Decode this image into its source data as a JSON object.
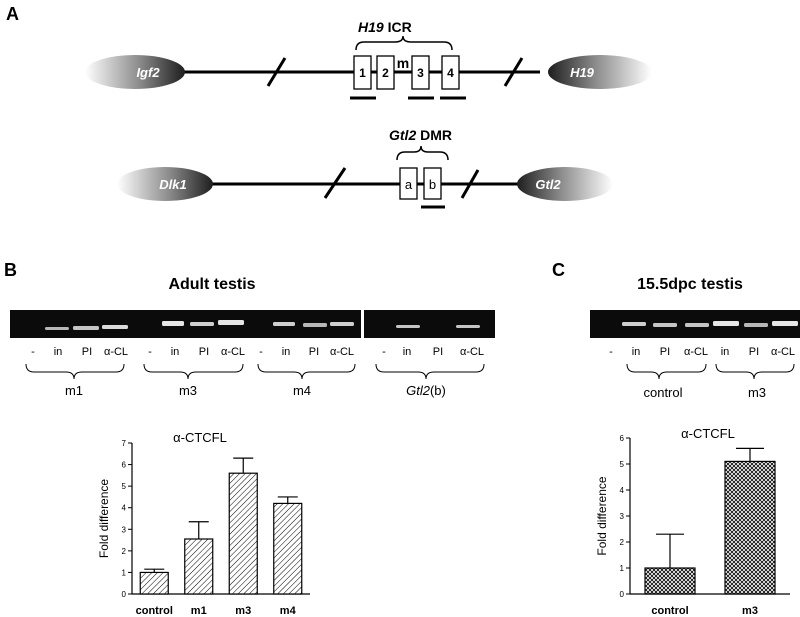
{
  "panel_a": {
    "label": "A",
    "icr_title": "H19",
    "icr_suffix": " ICR",
    "icr_brace_label": "m",
    "left_gene_1": "Igf2",
    "right_gene_1": "H19",
    "icr_boxes": [
      "1",
      "2",
      "3",
      "4"
    ],
    "dmr_title": "Gtl2",
    "dmr_suffix": " DMR",
    "left_gene_2": "Dlk1",
    "right_gene_2": "Gtl2",
    "dmr_boxes": [
      "a",
      "b"
    ]
  },
  "panel_b": {
    "label": "B",
    "title": "Adult testis",
    "lane_labels": [
      "-",
      "in",
      "PI",
      "α-CL",
      "-",
      "in",
      "PI",
      "α-CL",
      "-",
      "in",
      "PI",
      "α-CL",
      "-",
      "in",
      "PI",
      "α-CL"
    ],
    "group_labels": [
      "m1",
      "m3",
      "m4"
    ],
    "gtl2_group_gene": "Gtl2",
    "gtl2_group_suffix": "(b)"
  },
  "panel_c": {
    "label": "C",
    "title": "15.5dpc testis",
    "lane_labels": [
      "-",
      "in",
      "PI",
      "α-CL",
      "in",
      "PI",
      "α-CL"
    ],
    "group_labels": [
      "control",
      "m3"
    ]
  },
  "colors": {
    "gel_background": "#0b0b0b",
    "band": "#f2f2f2",
    "gene_oval_dark": "#1e1e1e",
    "bar_fill": "#ffffff",
    "line": "#000000"
  },
  "chart_data": [
    {
      "type": "bar",
      "title": "α-CTCFL",
      "ylabel": "Fold difference",
      "categories": [
        "control",
        "m1",
        "m3",
        "m4"
      ],
      "values": [
        1.0,
        2.55,
        5.6,
        4.2
      ],
      "errors": [
        0.15,
        0.8,
        0.7,
        0.3
      ],
      "ylim": [
        0,
        7
      ],
      "yticks": [
        "0",
        "1",
        "2",
        "3",
        "4",
        "5",
        "6",
        "7"
      ],
      "pattern": "diagonal-hatch"
    },
    {
      "type": "bar",
      "title": "α-CTCFL",
      "ylabel": "Fold difference",
      "categories": [
        "control",
        "m3"
      ],
      "values": [
        1.0,
        5.1
      ],
      "errors": [
        1.3,
        0.5
      ],
      "ylim": [
        0,
        6
      ],
      "yticks": [
        "0",
        "1",
        "2",
        "3",
        "4",
        "5",
        "6"
      ],
      "pattern": "crosshatch"
    }
  ]
}
